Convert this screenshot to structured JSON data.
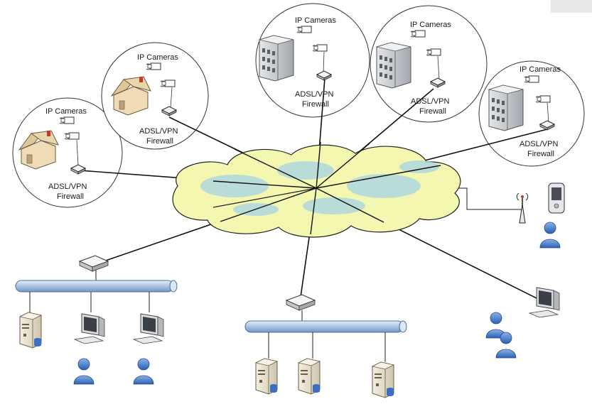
{
  "sites": [
    {
      "id": "home1",
      "kind": "home",
      "cameras_label": "IP Cameras",
      "firewall_line1": "ADSL/VPN",
      "firewall_line2": "Firewall"
    },
    {
      "id": "home2",
      "kind": "home",
      "cameras_label": "IP Cameras",
      "firewall_line1": "ADSL/VPN",
      "firewall_line2": "Firewall"
    },
    {
      "id": "office1",
      "kind": "building",
      "cameras_label": "IP Cameras",
      "firewall_line1": "ADSL/VPN",
      "firewall_line2": "Firewall"
    },
    {
      "id": "office2",
      "kind": "building",
      "cameras_label": "IP Cameras",
      "firewall_line1": "ADSL/VPN",
      "firewall_line2": "Firewall"
    },
    {
      "id": "office3",
      "kind": "building",
      "cameras_label": "IP Cameras",
      "firewall_line1": "ADSL/VPN",
      "firewall_line2": "Firewall"
    }
  ],
  "cloud": {
    "icon": "internet-cloud-icon",
    "fill": "#f4f7b0",
    "accent": "#a6d3e6"
  },
  "lans": [
    {
      "id": "lan-left",
      "servers": 1,
      "workstations": 2,
      "users": 2
    },
    {
      "id": "lan-center",
      "servers": 3,
      "workstations": 0,
      "users": 0
    }
  ],
  "remote": {
    "mobile_user": true,
    "remote_workstation_users": 2
  },
  "colors": {
    "line": "#111111",
    "bus": "#9db8d8",
    "user": "#4a7fc8",
    "building": "#c9ccd0",
    "house": "#f2e2bf",
    "roof": "#c43a2a"
  }
}
